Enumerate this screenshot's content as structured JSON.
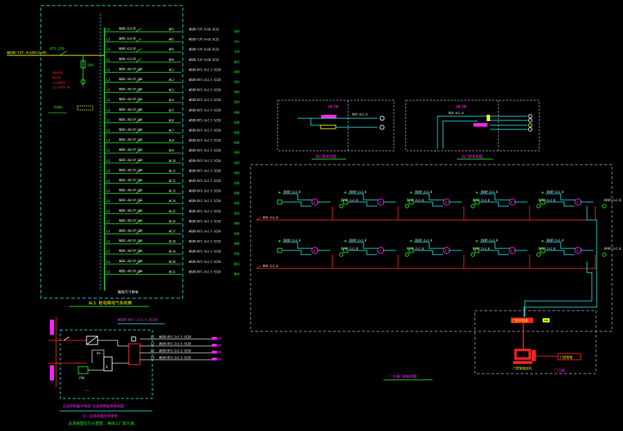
{
  "colors": {
    "background": "#000000",
    "green": "#22ee22",
    "cyan": "#22dddd",
    "red": "#ff2222",
    "yellow": "#ffff00",
    "magenta": "#ff22ff",
    "white": "#ffffff",
    "grey": "#9a9a9a"
  },
  "panel_a": {
    "feed_label": "WDZN-YJY-4×185+1×95",
    "breaker_label": "ATS-250",
    "spd_label": "SPD",
    "meter_label": "PZ80",
    "incoming_notes": [
      "Pe=XX",
      "Kx=X",
      "cosφ=X",
      "Ijs=XX A"
    ],
    "caption": "AL5 配电箱电气系统图",
    "circuit_breakers": [
      "NDM1-63/3P",
      "NDM1-63/3P",
      "NDM1-63/3P",
      "NDM1-63/3P",
      "NDB1-40/1P-16A",
      "NDB1-40/1P-16A",
      "NDB1-40/1P-16A",
      "NDB1-40/1P-16A",
      "NDB1-40/1P-16A",
      "NDB1-40/1P-16A",
      "NDB1-40/1P-16A",
      "NDB1-40/1P-16A",
      "NDB1-40/1P-16A",
      "NDB1-40/1P-16A",
      "NDB1-40/1P-16A",
      "NDB1-40/1P-16A",
      "NDB1-40/1P-16A",
      "NDB1-40/1P-16A",
      "NDB1-40/1P-16A",
      "NDB1-40/1P-16A",
      "NDB1-40/1P-16A",
      "NDB1-40/1P-16A",
      "NDB1-40/1P-16A",
      "NDB1-40/1P-16A",
      "NDB1-40/1P-16A"
    ],
    "circuit_ids": [
      "WP1",
      "WP2",
      "WP3",
      "WP4",
      "WL1",
      "WL2",
      "WL3",
      "WL4",
      "WL5",
      "WL6",
      "WL7",
      "WL8",
      "WL9",
      "WL10",
      "WL11",
      "WL12",
      "WL13",
      "WL14",
      "WL15",
      "WL16",
      "WL17",
      "WL18",
      "WL19",
      "WL20",
      "WL21"
    ],
    "cables": [
      "WDZN-YJY-5×10 SC32",
      "WDZN-YJY-5×10 SC32",
      "WDZN-YJY-5×10 SC32",
      "WDZN-YJY-5×10 SC32",
      "WDZN-BYJ-3×2.5 SC20",
      "WDZN-BYJ-3×2.5 SC20",
      "WDZN-BYJ-3×2.5 SC20",
      "WDZN-BYJ-3×2.5 SC20",
      "WDZN-BYJ-3×2.5 SC20",
      "WDZN-BYJ-3×2.5 SC20",
      "WDZN-BYJ-3×2.5 SC20",
      "WDZN-BYJ-3×2.5 SC20",
      "WDZN-BYJ-3×2.5 SC20",
      "WDZN-BYJ-3×2.5 SC20",
      "WDZN-BYJ-3×2.5 SC20",
      "WDZN-BYJ-3×2.5 SC20",
      "WDZN-BYJ-3×2.5 SC20",
      "WDZN-BYJ-3×2.5 SC20",
      "WDZN-BYJ-3×2.5 SC20",
      "WDZN-BYJ-3×2.5 SC20",
      "WDZN-BYJ-3×2.5 SC20",
      "WDZN-BYJ-3×2.5 SC20",
      "WDZN-BYJ-3×2.5 SC20",
      "WDZN-BYJ-3×2.5 SC20",
      "WDZN-BYJ-3×2.5 SC20"
    ],
    "loads": [
      "照明",
      "动力",
      "空调",
      "备用",
      "照明",
      "照明",
      "照明",
      "照明",
      "插座",
      "插座",
      "插座",
      "插座",
      "照明",
      "照明",
      "照明",
      "插座",
      "插座",
      "插座",
      "照明",
      "照明",
      "插座",
      "插座",
      "插座",
      "备用",
      "备用"
    ],
    "footer_note": "箱体尺寸参考"
  },
  "panel_b": {
    "title_top": "WDZN-BYJ-2×2.5 SC20",
    "outputs": [
      "WDZN-BYJ-2×2.5 SC20",
      "WDZN-BYJ-2×2.5 SC20",
      "WDZN-BYJ-2×2.5 SC20",
      "WDZN-BYJ-2×2.5 SC20"
    ],
    "output_tags": [
      "L1",
      "L2",
      "L3",
      "L4"
    ],
    "right_tags": [
      "应急照明",
      "应急照明",
      "应急照明",
      "应急照明"
    ],
    "inner_labels": [
      "CPU",
      "Kx",
      "D"
    ],
    "caption1": "应急照明集中电源-应急照明配电系统图",
    "caption2": "注: 此系统图仅供参考",
    "caption3": "此系统图仅为示意图, 具体以厂家为准."
  },
  "box_c": {
    "tag": "1#门禁",
    "cable": "RVV-4×1.0",
    "caption": "单门禁系统图"
  },
  "box_d": {
    "tag": "2#门禁",
    "cable": "RVV-4×1.0",
    "caption": "双门禁系统图"
  },
  "access_system": {
    "row1_bus_label": "RVV-2×1.0",
    "row2_bus_label": "RVV-2×1.0",
    "node_label": "RVVP-2×1.0",
    "controller_label": "门禁控制器",
    "pc_label": "门禁管理主机",
    "monitor_label": "门禁管理",
    "room_label": "门卫室",
    "caption": "一卡通门禁系统图"
  }
}
